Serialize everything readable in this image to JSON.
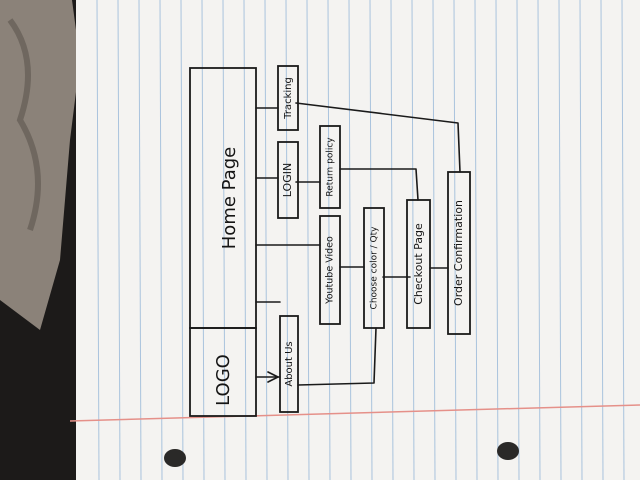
{
  "diagram": {
    "nodes": {
      "logo": "LOGO",
      "home": "Home Page",
      "tracking": "Tracking",
      "login": "LOGIN",
      "returnpolicy": "Return policy",
      "video": "Youtube Video",
      "choose": "Choose color / Qty",
      "checkout": "Checkout Page",
      "order": "Order Confirmation",
      "about": "About Us"
    }
  },
  "colors": {
    "paper": "#f4f3f1",
    "ruled_line": "#a9c3dd",
    "margin_line": "#e59089",
    "ink": "#1a1a1a",
    "background": "#1c1a19"
  }
}
